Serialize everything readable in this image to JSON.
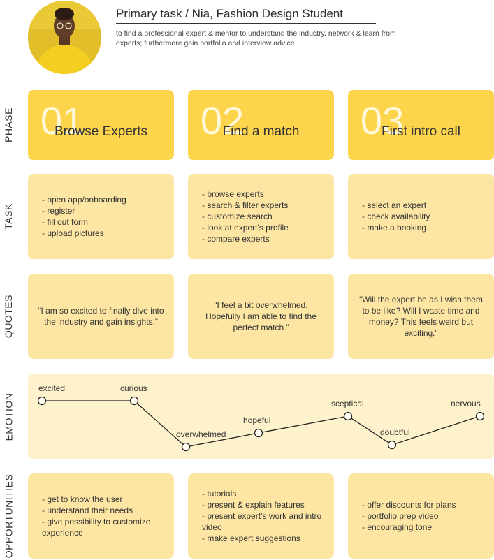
{
  "header": {
    "title": "Primary task / Nia, Fashion Design Student",
    "description": "to find a professional expert & mentor to understand the industry, network & learn from experts; furthermore gain portfolio and interview advice"
  },
  "rows": {
    "phase": "PHASE",
    "task": "TASK",
    "quotes": "QUOTES",
    "emotion": "EMOTION",
    "opportunities": "OPPORTUNITIES"
  },
  "phases": [
    {
      "num": "01",
      "name": "Browse Experts"
    },
    {
      "num": "02",
      "name": "Find a match"
    },
    {
      "num": "03",
      "name": "First intro call"
    }
  ],
  "tasks": [
    [
      "- open app/onboarding",
      "- register",
      "- fill out form",
      "- upload pictures"
    ],
    [
      "- browse experts",
      "- search & filter experts",
      "- customize search",
      "- look at expert’s profile",
      "- compare experts"
    ],
    [
      "- select an expert",
      "- check availability",
      "- make a booking"
    ]
  ],
  "quotes": [
    "“I am so excited to finally dive into the industry and gain insights.”",
    "“I feel a bit overwhelmed. Hopefully I am able to find the perfect match.”",
    "“Will the expert be as I wish them to be like? Will I waste time and money? This feels weird but exciting.”"
  ],
  "emotions": [
    {
      "label": "excited"
    },
    {
      "label": "curious"
    },
    {
      "label": "overwhelmed"
    },
    {
      "label": "hopeful"
    },
    {
      "label": "sceptical"
    },
    {
      "label": "doubtful"
    },
    {
      "label": "nervous"
    }
  ],
  "opportunities": [
    [
      "- get to know the user",
      "- understand their needs",
      "- give possibility to customize experience"
    ],
    [
      "- tutorials",
      "- present & explain features",
      "- present expert’s work and intro video",
      "- make expert suggestions"
    ],
    [
      "- offer discounts for plans",
      "- portfolio prep video",
      "- encouraging tone"
    ]
  ],
  "colors": {
    "phase_card": "#fcd54c",
    "soft_card": "#fde6a3",
    "emotion_bg": "#fef2cc"
  }
}
